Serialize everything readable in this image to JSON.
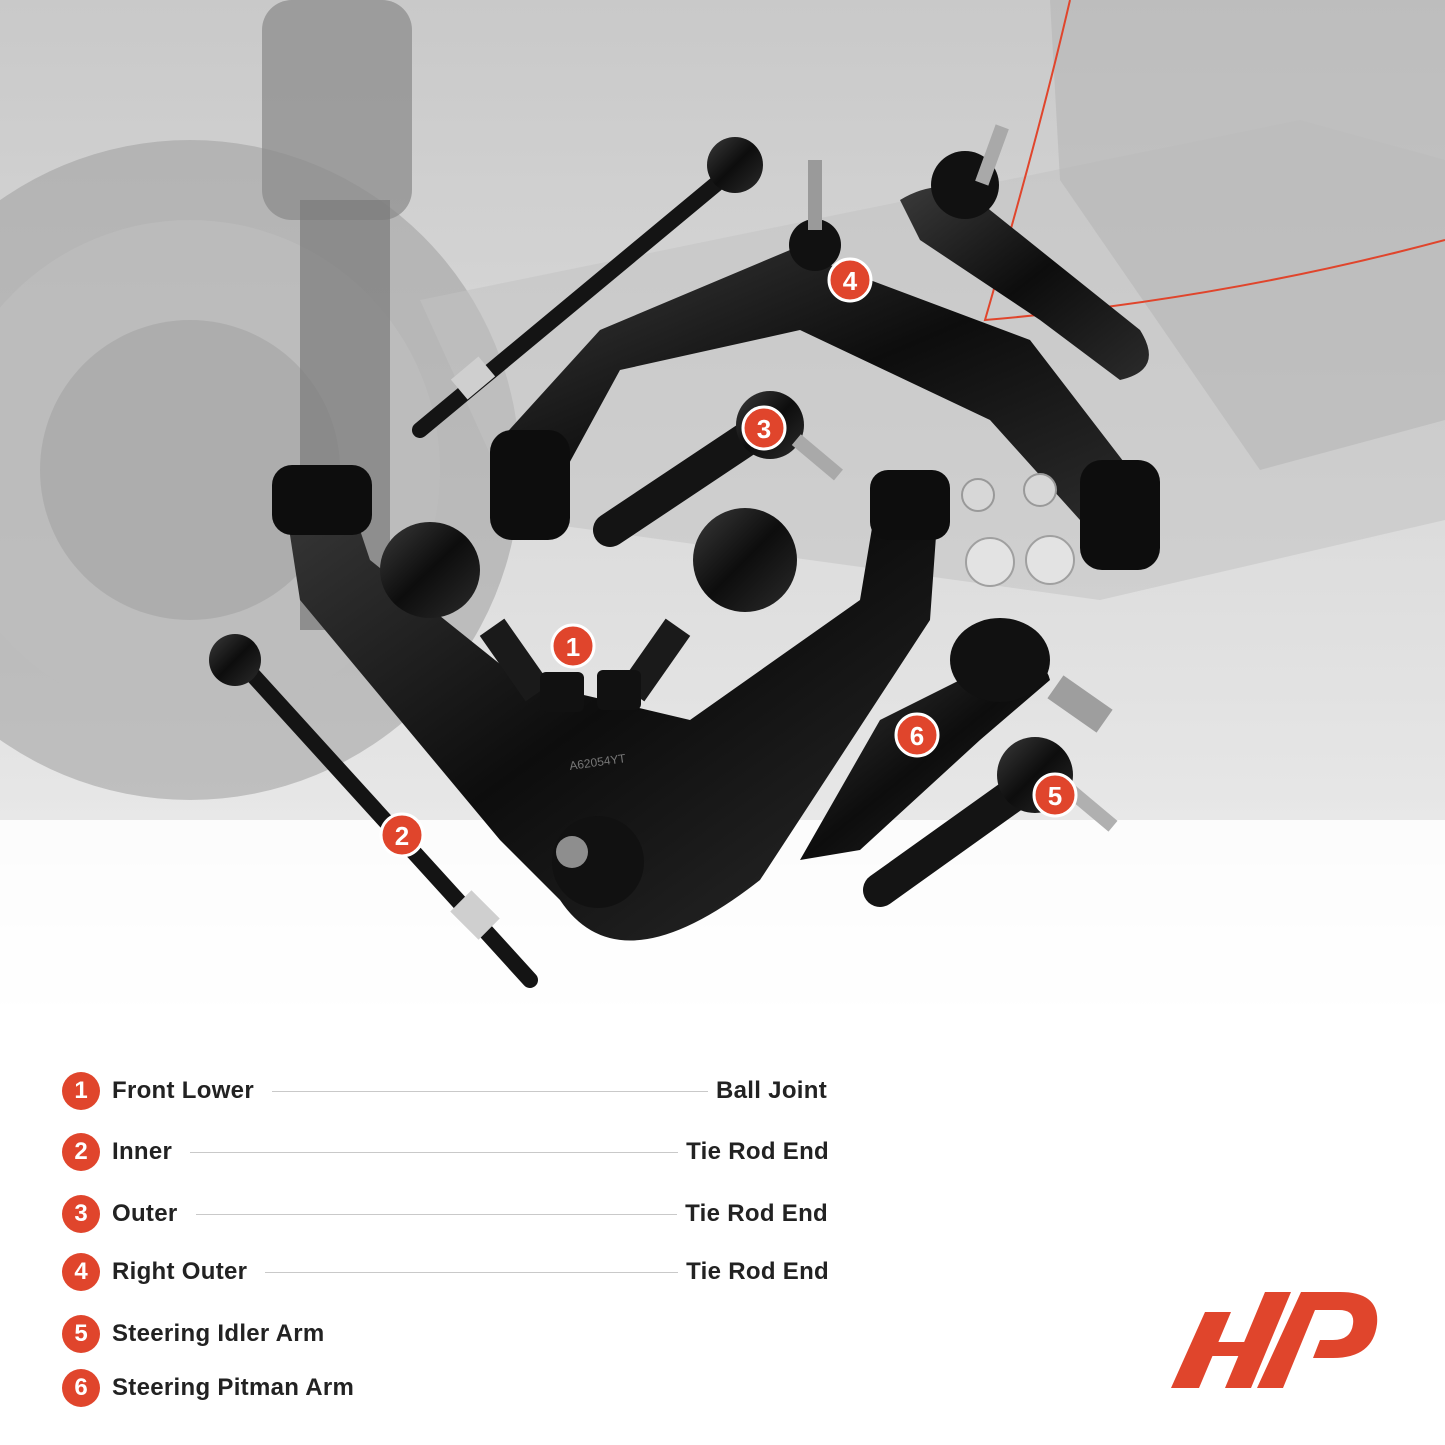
{
  "callouts": [
    "1",
    "2",
    "3",
    "4",
    "5",
    "6"
  ],
  "part_marking": "A62054YT",
  "legend": [
    {
      "num": "1",
      "name": "Front Lower",
      "type": "Ball Joint"
    },
    {
      "num": "2",
      "name": "Inner",
      "type": "Tie Rod End"
    },
    {
      "num": "3",
      "name": "Outer",
      "type": "Tie Rod End"
    },
    {
      "num": "4",
      "name": "Right Outer",
      "type": "Tie Rod End"
    },
    {
      "num": "5",
      "name": "Steering Idler Arm",
      "type": ""
    },
    {
      "num": "6",
      "name": "Steering Pitman Arm",
      "type": ""
    }
  ],
  "colors": {
    "accent": "#e0452c",
    "part": "#111111",
    "background": "#ffffff"
  },
  "icons": [
    "brand-logo"
  ]
}
